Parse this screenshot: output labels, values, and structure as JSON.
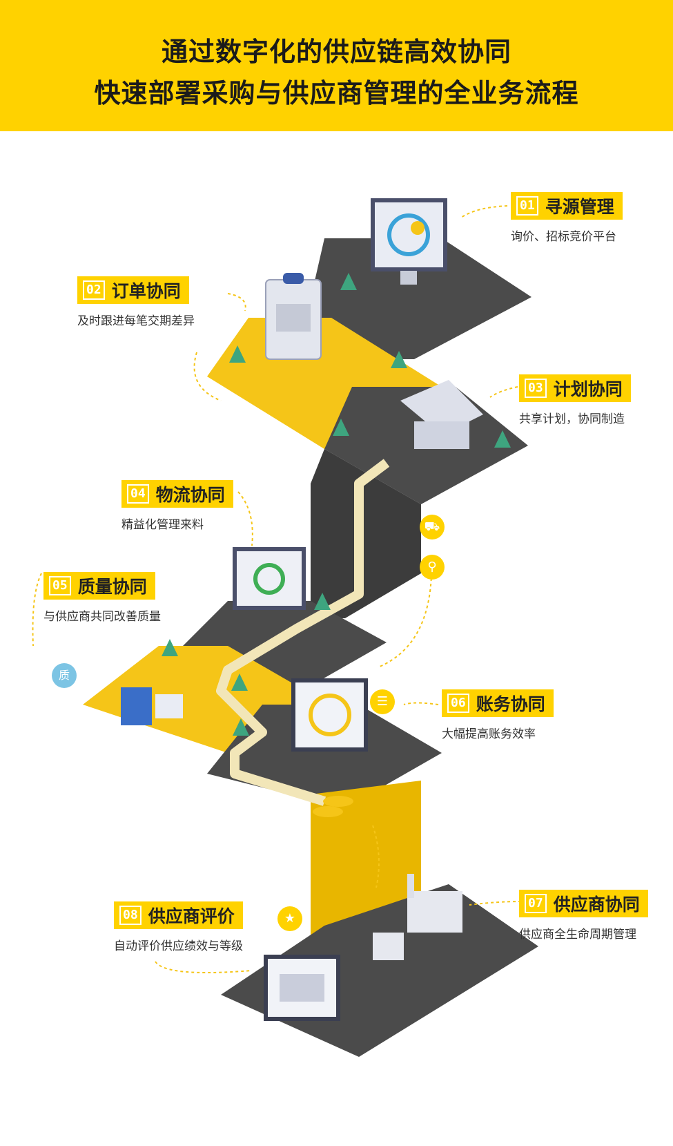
{
  "header": {
    "line1": "通过数字化的供应链高效协同",
    "line2": "快速部署采购与供应商管理的全业务流程"
  },
  "steps": [
    {
      "num": "01",
      "title": "寻源管理",
      "desc": "询价、招标竞价平台"
    },
    {
      "num": "02",
      "title": "订单协同",
      "desc": "及时跟进每笔交期差异"
    },
    {
      "num": "03",
      "title": "计划协同",
      "desc": "共享计划，协同制造"
    },
    {
      "num": "04",
      "title": "物流协同",
      "desc": "精益化管理来料"
    },
    {
      "num": "05",
      "title": "质量协同",
      "desc": "与供应商共同改善质量"
    },
    {
      "num": "06",
      "title": "账务协同",
      "desc": "大幅提高账务效率"
    },
    {
      "num": "07",
      "title": "供应商协同",
      "desc": "供应商全生命周期管理"
    },
    {
      "num": "08",
      "title": "供应商评价",
      "desc": "自动评价供应绩效与等级"
    }
  ],
  "badges": {
    "quality_label": "质"
  },
  "colors": {
    "brand_yellow": "#FFD200",
    "road_dark": "#4a4a4a",
    "road_light": "#f2e6b8"
  },
  "icons": [
    "truck-icon",
    "location-pin-icon",
    "invoice-icon",
    "star-badge-icon",
    "quality-icon"
  ]
}
